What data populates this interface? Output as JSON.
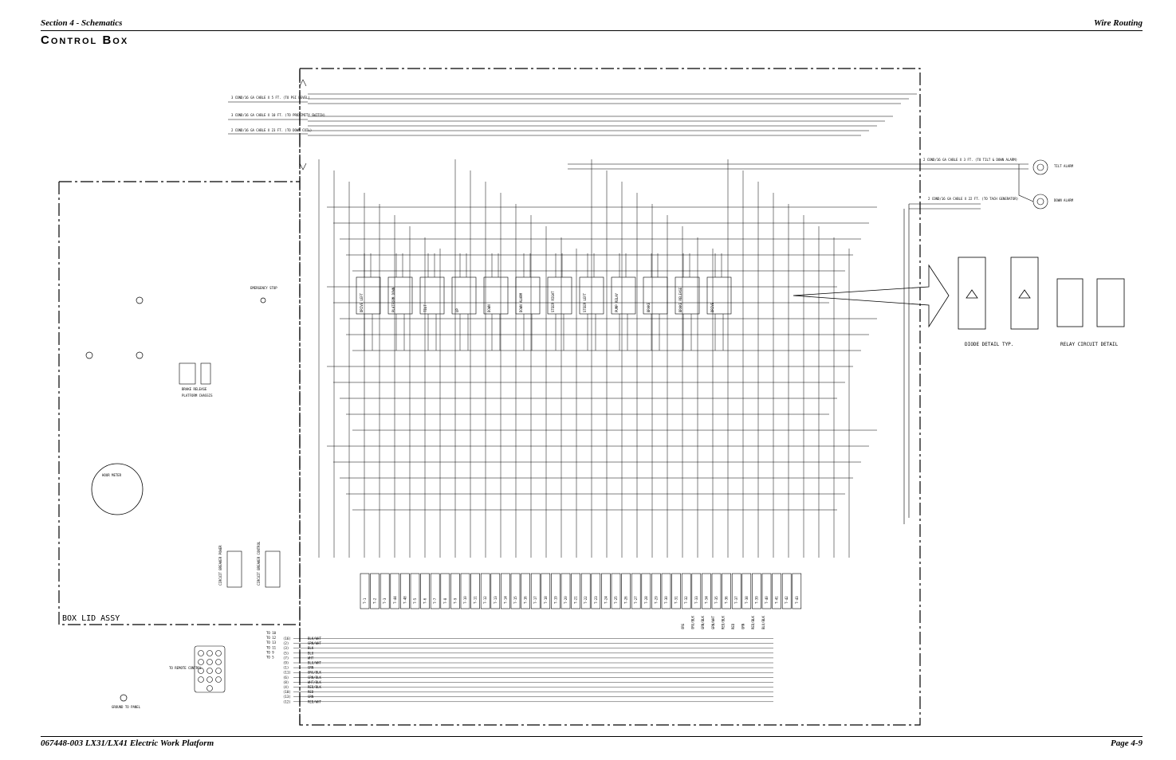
{
  "header": {
    "left": "Section 4 - Schematics",
    "right": "Wire Routing"
  },
  "title": "Control Box",
  "footer": {
    "left": "067448-003  LX31/LX41 Electric Work Platform",
    "right": "Page 4-9"
  },
  "diagram": {
    "cables_left": [
      "3 COND/16 GA CABLE X 5 FT. (TO PSI LEVEL)",
      "3 COND/16 GA CABLE X 10 FT. (TO PROXIMITY SWITCH)",
      "2 COND/16 GA CABLE X 23 FT. (TO DOWN COIL)"
    ],
    "cable_alarm": "2 COND/16 GA CABLE X 3 FT. (TO TILT & DOWN ALARM)",
    "cable_tach": "2 COND/16 GA CABLE X 22 FT. (TO TACH GENERATOR)",
    "tilt_alarm": "TILT ALARM",
    "down_alarm": "DOWN ALARM",
    "emergency_stop": "EMERGENCY STOP",
    "brake_release": "BRAKE RELEASE",
    "platform_chassis": "PLATFORM CHASSIS",
    "hour_meter": "HOUR METER",
    "box_lid": "BOX LID ASSY",
    "to_remote": "TO REMOTE CONTROL",
    "ground": "GROUND TO PANEL",
    "circuit_breaker_power": "CIRCUIT BREAKER POWER",
    "circuit_breaker_control": "CIRCUIT BREAKER CONTROL",
    "diode_detail": "DIODE DETAIL TYP.",
    "relay_detail": "RELAY CIRCUIT DETAIL",
    "relays": [
      "DRIVE LEFT",
      "PLATFORM DOWN",
      "TILT",
      "UP",
      "DOWN",
      "DOWN ALARM",
      "STEER RIGHT",
      "STEER LEFT",
      "PUMP RELAY",
      "BRAKE",
      "BRAKE RELEASE",
      "DRIVE"
    ],
    "terminals": [
      "T-1",
      "T-2",
      "T-3",
      "T-44",
      "T-48",
      "T-5",
      "T-6",
      "T-7",
      "T-8",
      "T-9",
      "T-10",
      "T-11",
      "T-12",
      "T-13",
      "T-14",
      "T-15",
      "T-16",
      "T-17",
      "T-18",
      "T-19",
      "T-20",
      "T-21",
      "T-22",
      "T-23",
      "T-24",
      "T-25",
      "T-26",
      "T-27",
      "T-28",
      "T-29",
      "T-30",
      "T-31",
      "T-32",
      "T-33",
      "T-34",
      "T-35",
      "T-36",
      "T-37",
      "T-38",
      "T-39",
      "T-40",
      "T-41",
      "T-42",
      "T-43"
    ],
    "wire_colors": [
      "BLK/WHT",
      "GRN/WHT",
      "BLK",
      "BLU",
      "WHT",
      "BLU/WHT",
      "GRN",
      "ORG/BLK",
      "GRN/BLK",
      "WHT/BLK",
      "RED/BLK",
      "RED",
      "GRN",
      "RED/WHT",
      "BLU/BLK"
    ],
    "remote_pins": [
      "(16)",
      "(2)",
      "(3)",
      "(5)",
      "(7)",
      "(9)",
      "(1)",
      "(11)",
      "(6)",
      "(8)",
      "(4)",
      "(10)",
      "(13)",
      "(12)"
    ],
    "to_pins": [
      "TO 10",
      "TO 12",
      "TO 13",
      "TO 11",
      "TO 9",
      "TO 5"
    ],
    "bottom_colors": [
      "ORG",
      "ORG/BLK",
      "GRN/BLK",
      "GRN/WHT",
      "RED/BLK",
      "RED",
      "GRN",
      "RED/BLK",
      "BLU/BLK"
    ]
  }
}
